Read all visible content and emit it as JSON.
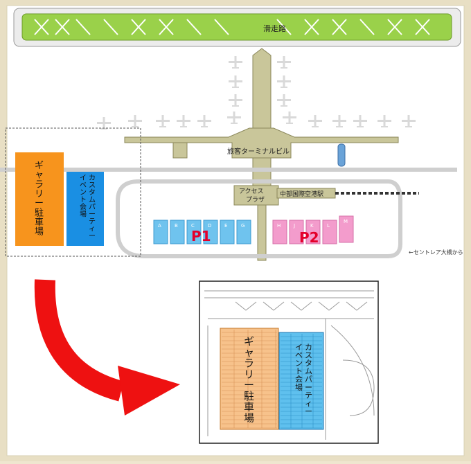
{
  "map": {
    "runway_label": "滑走路",
    "terminal_label": "旅客ターミナルビル",
    "access_plaza_label": "アクセス\nプラザ",
    "station_label": "中部国際空港駅",
    "bridge_label": "←セントレア大橋から",
    "p1_label": "P1",
    "p2_label": "P2",
    "p1_lots": [
      "A",
      "B",
      "C",
      "D",
      "E",
      "G"
    ],
    "p2_lots": [
      "H",
      "J",
      "K",
      "L",
      "M"
    ],
    "gallery_parking_label": "ギャラリー駐車場",
    "custom_party_label": "カスタムパーティー\nイベント会場"
  },
  "detail": {
    "gallery_parking_label": "ギャラリー駐車場",
    "custom_party_label": "カスタムパーティー\nイベント会場"
  },
  "colors": {
    "runway": "#9ad14a",
    "terminal": "#c9c69a",
    "gallery_orange": "#f7941d",
    "party_blue": "#1a8fe3",
    "p1_lot": "#6fc3ee",
    "p2_lot": "#f39ccc",
    "arrow_red": "#ee1111",
    "label_red": "#e4002b"
  }
}
